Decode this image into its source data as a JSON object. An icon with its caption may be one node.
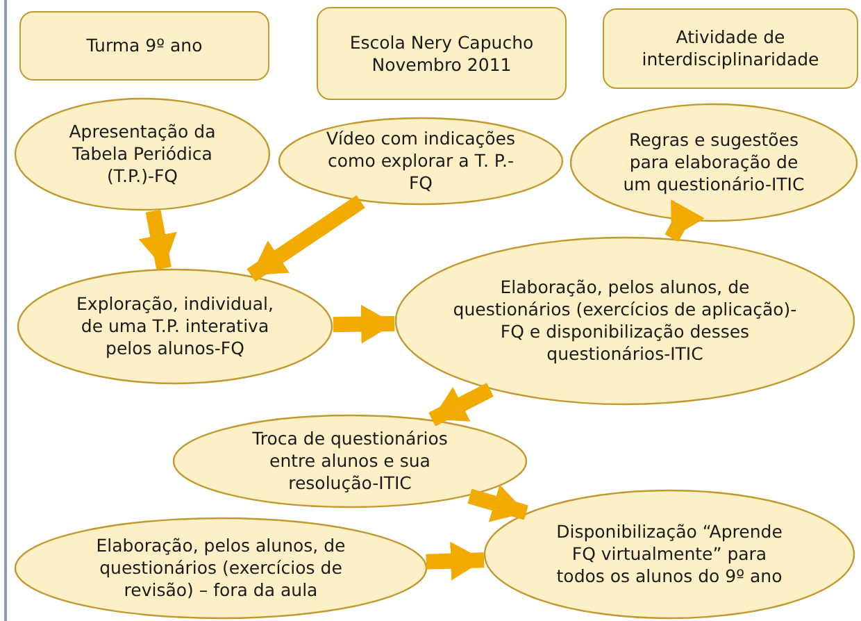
{
  "diagram": {
    "nodes": [
      {
        "text": [
          "Turma 9º ano"
        ]
      },
      {
        "text": [
          "Escola Nery Capucho",
          "Novembro 2011"
        ]
      },
      {
        "text": [
          "Atividade de interdisciplinaridade"
        ]
      },
      {
        "text": [
          "Apresentação da Tabela Periódica (T.P.)-FQ"
        ]
      },
      {
        "text": [
          "Vídeo com indicações  como explorar a T. P.-FQ"
        ]
      },
      {
        "text": [
          "Regras e sugestões para elaboração de um questionário-ITIC"
        ]
      },
      {
        "text": [
          "Exploração, individual, de uma T.P. interativa pelos alunos-FQ"
        ]
      },
      {
        "text": [
          "Elaboração, pelos alunos, de questionários (exercícios de aplicação)-FQ e disponibilização desses questionários-ITIC"
        ]
      },
      {
        "text": [
          "Troca de questionários entre alunos e sua resolução-ITIC"
        ]
      },
      {
        "text": [
          "Disponibilização “Aprende FQ virtualmente” para todos os alunos do 9º ano"
        ]
      },
      {
        "text": [
          "Elaboração, pelos alunos, de questionários (exercícios de revisão) – fora da aula"
        ]
      }
    ],
    "edges": [
      {
        "from": 3,
        "to": 6,
        "arrow": "to"
      },
      {
        "from": 4,
        "to": 6,
        "arrow": "to"
      },
      {
        "from": 5,
        "to": 7,
        "arrow": "to"
      },
      {
        "from": 6,
        "to": 7,
        "arrow": "to"
      },
      {
        "from": 7,
        "to": 8,
        "arrow": "to"
      },
      {
        "from": 8,
        "to": 9,
        "arrow": "to"
      },
      {
        "from": 10,
        "to": 9,
        "arrow": "to"
      }
    ]
  }
}
